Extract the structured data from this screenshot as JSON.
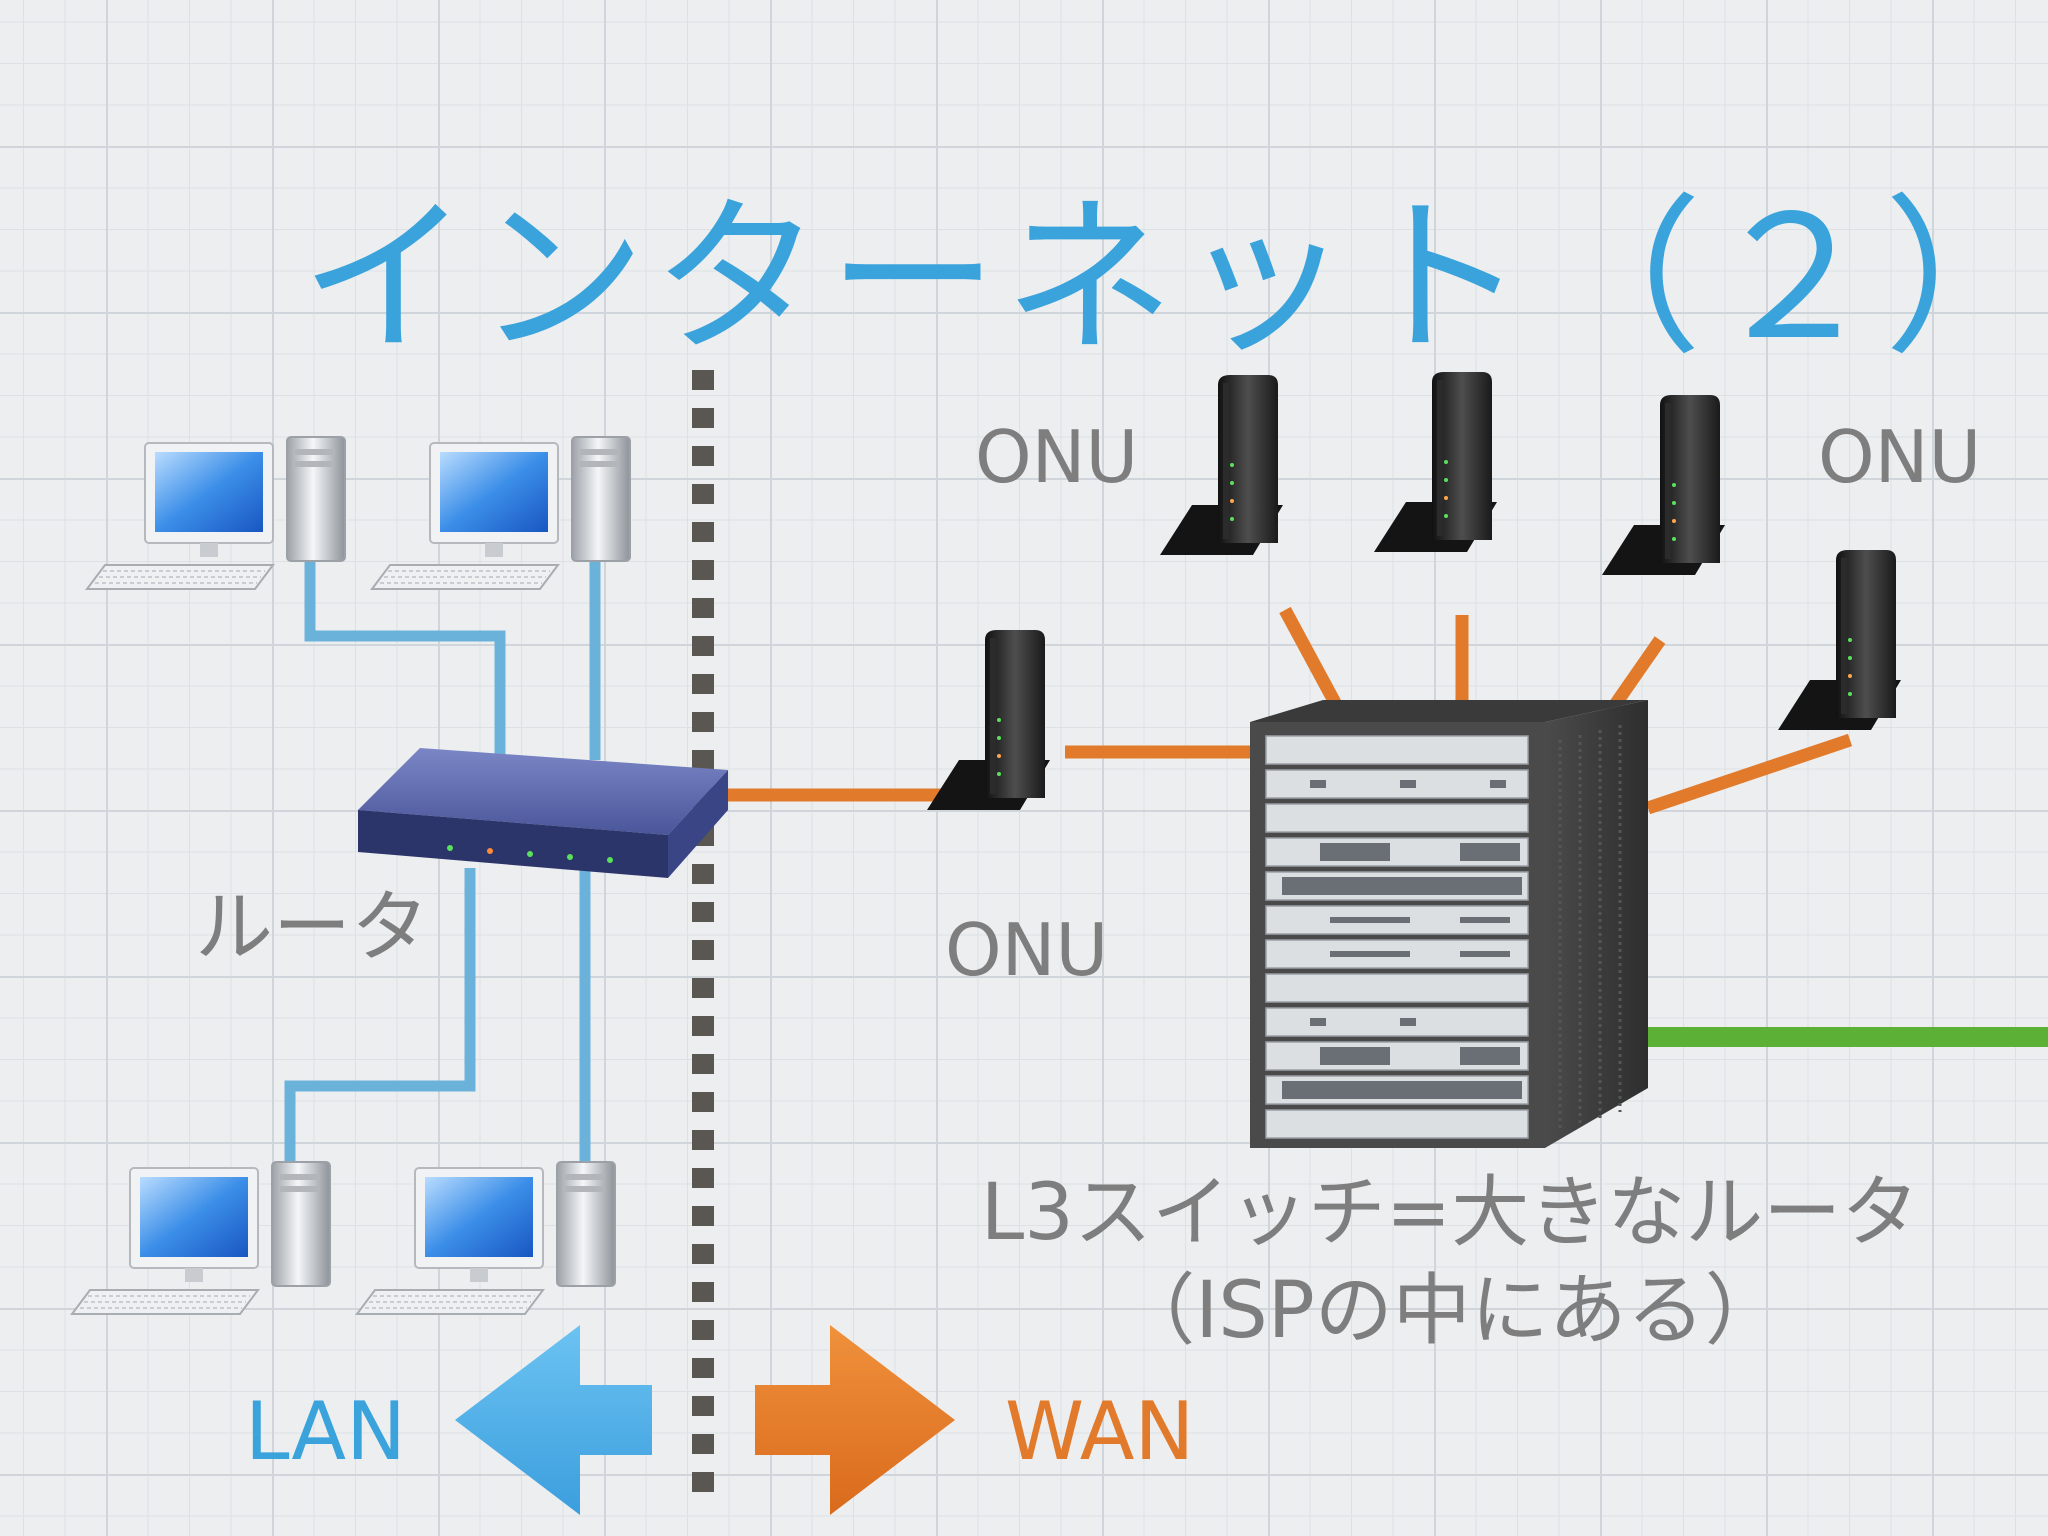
{
  "title": "インターネット（２）",
  "labels": {
    "onu_left": "ONU",
    "onu_right": "ONU",
    "onu_bottom": "ONU",
    "router": "ルータ",
    "l3_switch_line1": "L3スイッチ=大きなルータ",
    "l3_switch_line2": "（ISPの中にある）",
    "lan": "LAN",
    "wan": "WAN"
  },
  "colors": {
    "title": "#3ba3dc",
    "lan_cable": "#6bb2da",
    "wan_cable": "#e27a2b",
    "uplink_cable": "#5cb035",
    "lan_arrow": "#55b5ea",
    "wan_arrow": "#e57f29",
    "label_text": "#7e7e7e"
  },
  "icons": {
    "pc": "desktop-pc-icon",
    "router": "router-icon",
    "onu": "onu-icon",
    "l3_switch": "l3-switch-rack-icon"
  }
}
